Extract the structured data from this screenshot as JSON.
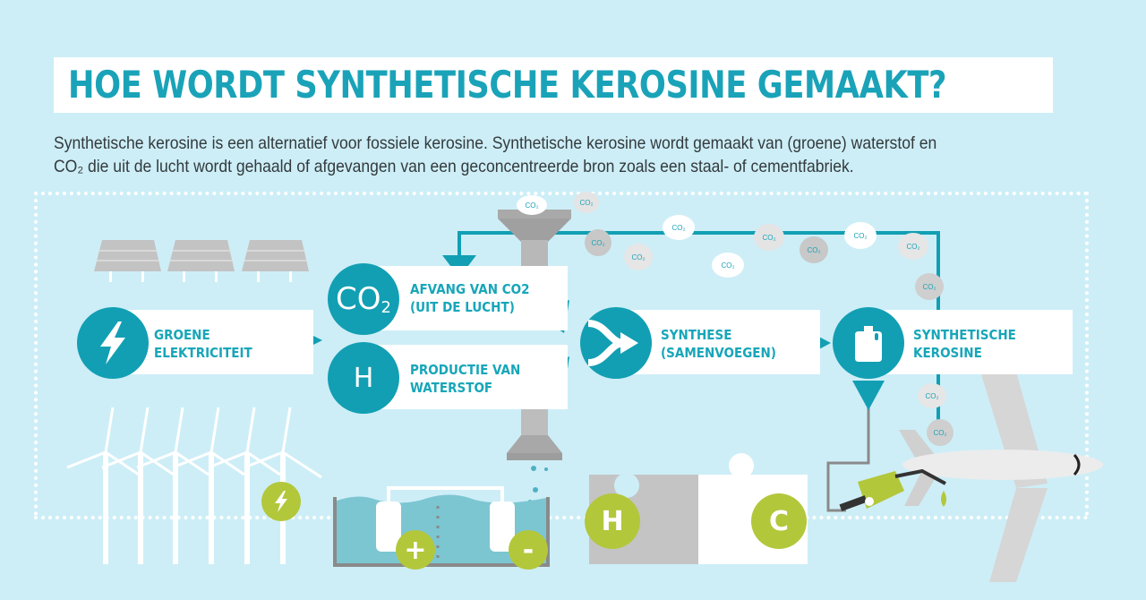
{
  "header": {
    "title": "HOE WORDT SYNTHETISCHE KEROSINE GEMAAKT?"
  },
  "intro": {
    "line1": "Synthetische kerosine is een alternatief voor fossiele kerosine. Synthetische kerosine wordt gemaakt van (groene) waterstof en",
    "line2": "CO₂ die uit de lucht wordt gehaald of afgevangen van een geconcentreerde bron zoals een staal- of cementfabriek."
  },
  "steps": [
    {
      "id": "groene-elektriciteit",
      "icon": "lightning-bolt-icon",
      "line1": "GROENE",
      "line2": "ELEKTRICITEIT"
    },
    {
      "id": "afvang-co2",
      "icon": "co2-icon",
      "icon_text": "CO",
      "icon_sub": "2",
      "line1": "AFVANG VAN CO2",
      "line2": "(UIT DE LUCHT)"
    },
    {
      "id": "productie-waterstof",
      "icon": "hydrogen-icon",
      "icon_text": "H",
      "line1": "PRODUCTIE VAN",
      "line2": "WATERSTOF"
    },
    {
      "id": "synthese",
      "icon": "merge-arrow-icon",
      "line1": "SYNTHESE",
      "line2": "(SAMENVOEGEN)"
    },
    {
      "id": "synthetische-kerosine",
      "icon": "jerrycan-icon",
      "line1": "SYNTHETISCHE",
      "line2": "KEROSINE"
    }
  ],
  "badges": {
    "plus": "+",
    "minus": "-",
    "hydrogen": "H",
    "carbon": "C"
  },
  "clouds": {
    "label": "CO₂"
  },
  "colors": {
    "background": "#cdeef7",
    "teal": "#129fb3",
    "title_teal": "#1aa3b8",
    "lime": "#b3c73b",
    "grey": "#c4c4c4",
    "water": "#7cc6d2"
  }
}
